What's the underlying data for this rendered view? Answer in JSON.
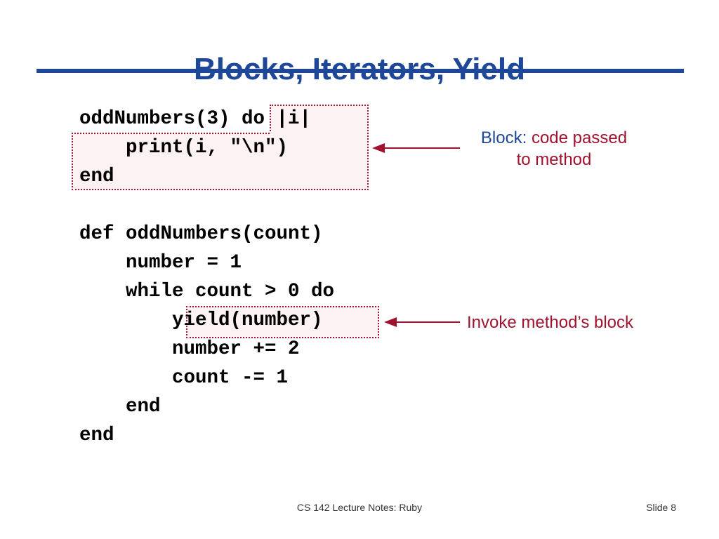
{
  "slide": {
    "title": "Blocks, Iterators, Yield",
    "code_lines": [
      "oddNumbers(3) do |i|",
      "    print(i, \"\\n\")",
      "end",
      "",
      "def oddNumbers(count)",
      "    number = 1",
      "    while count > 0 do",
      "        yield(number)",
      "        number += 2",
      "        count -= 1",
      "    end",
      "end"
    ],
    "annotations": {
      "block": {
        "prefix": "Block:",
        "line1_rest": "code passed",
        "line2": "to method"
      },
      "yield": {
        "text": "Invoke method’s block"
      }
    },
    "footer": {
      "course": "CS 142 Lecture Notes: Ruby",
      "slide_label": "Slide 8"
    },
    "colors": {
      "title": "#1f4797",
      "accent": "#a0122e",
      "highlight_border": "#9e1b35",
      "highlight_fill": "#fdf2f3"
    }
  }
}
